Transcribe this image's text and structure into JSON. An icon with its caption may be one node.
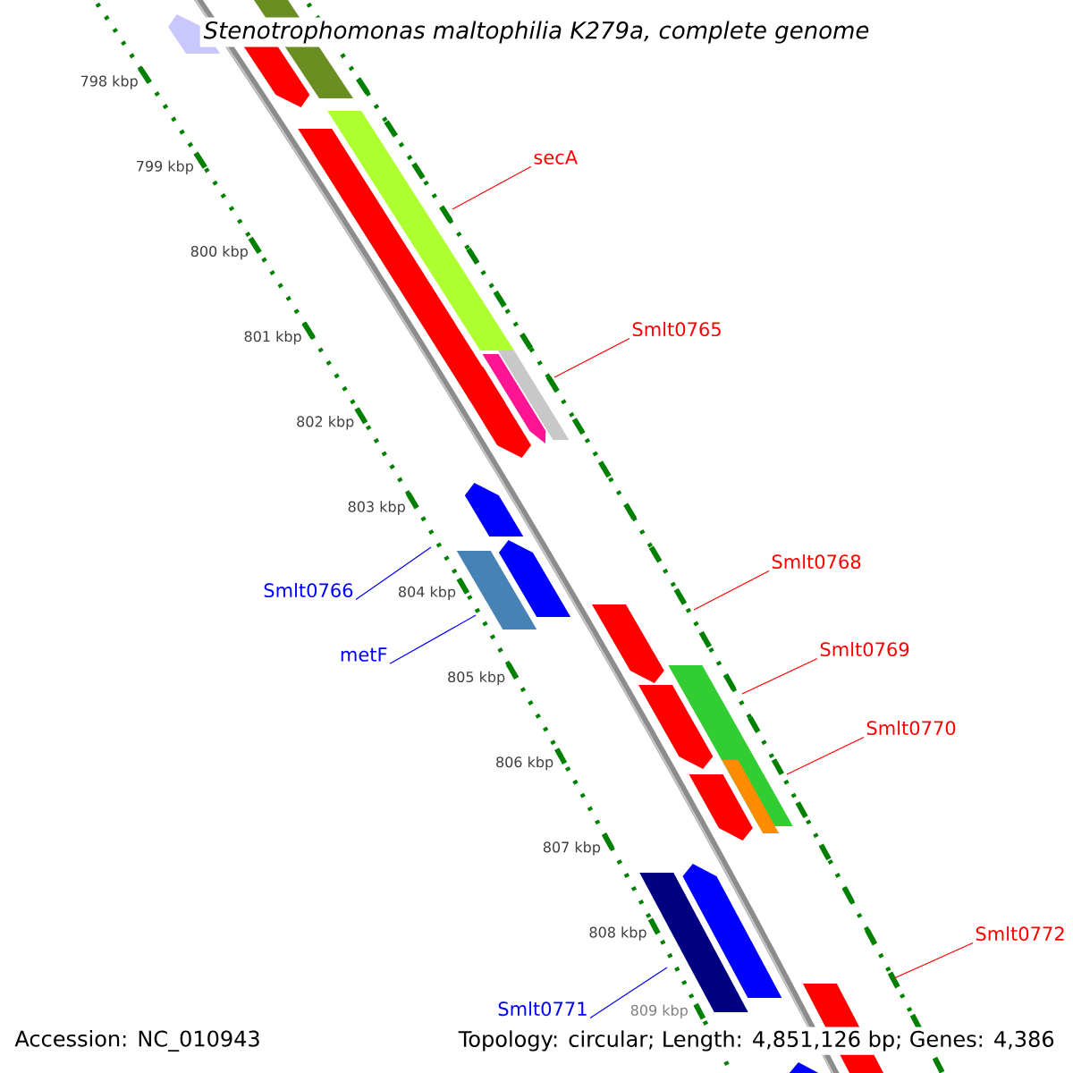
{
  "diagram": {
    "title": "Stenotrophomonas maltophilia K279a, complete genome",
    "nodes": [
      {
        "text": [
          "secA"
        ]
      },
      {
        "text": [
          "Smlt0765"
        ]
      },
      {
        "text": [
          "Smlt0766"
        ]
      },
      {
        "text": [
          "metF"
        ]
      },
      {
        "text": [
          "Smlt0768"
        ]
      },
      {
        "text": [
          "Smlt0769"
        ]
      },
      {
        "text": [
          "Smlt0770"
        ]
      },
      {
        "text": [
          "Smlt0771"
        ]
      },
      {
        "text": [
          "Smlt0772"
        ]
      }
    ],
    "edges": [
      {
        "from": 0,
        "to": null,
        "arrow": "none",
        "color": "#ff0000"
      },
      {
        "from": 1,
        "to": null,
        "arrow": "none",
        "color": "#ff0000"
      },
      {
        "from": 2,
        "to": null,
        "arrow": "none",
        "color": "#0000ff"
      },
      {
        "from": 3,
        "to": null,
        "arrow": "none",
        "color": "#0000ff"
      },
      {
        "from": 4,
        "to": null,
        "arrow": "none",
        "color": "#ff0000"
      },
      {
        "from": 5,
        "to": null,
        "arrow": "none",
        "color": "#ff0000"
      },
      {
        "from": 6,
        "to": null,
        "arrow": "none",
        "color": "#ff0000"
      },
      {
        "from": 7,
        "to": null,
        "arrow": "none",
        "color": "#0000ff"
      },
      {
        "from": 8,
        "to": null,
        "arrow": "none",
        "color": "#ff0000"
      }
    ],
    "labels": [
      "798 kbp",
      "799 kbp",
      "800 kbp",
      "801 kbp",
      "802 kbp",
      "803 kbp",
      "804 kbp",
      "805 kbp",
      "806 kbp",
      "807 kbp",
      "808 kbp",
      "809 kbp",
      "Accession: NC_010943",
      "Topology: circular; Length: 4,851,126 bp; Genes: 4,386"
    ]
  }
}
